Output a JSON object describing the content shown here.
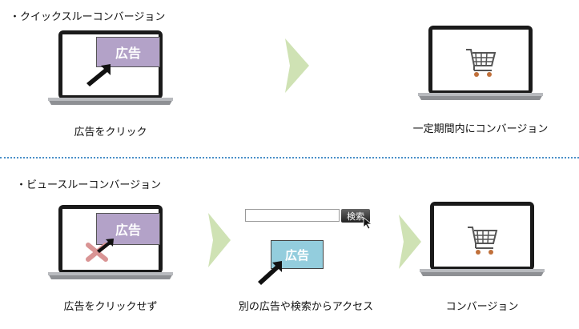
{
  "sections": {
    "quick": {
      "title": "・クイックスルーコンバージョン",
      "ad_label": "広告",
      "step1_caption": "広告をクリック",
      "step2_caption": "一定期間内にコンバージョン"
    },
    "view": {
      "title": "・ビュースルーコンバージョン",
      "ad_label": "広告",
      "step1_caption": "広告をクリックせず",
      "search_button": "検索",
      "ad2_label": "広告",
      "step2_caption": "別の広告や検索からアクセス",
      "step3_caption": "コンバージョン"
    }
  },
  "colors": {
    "ad_purple": "#b3a2c8",
    "ad_blue": "#93cddd",
    "arrow_green": "#cfe2b4",
    "divider_blue": "#4a90c8",
    "cart_orange": "#c0703a"
  },
  "icons": [
    "laptop-icon",
    "cursor-arrow-icon",
    "shopping-cart-icon",
    "cross-mark-icon",
    "chevron-arrow-icon",
    "mouse-pointer-icon"
  ]
}
